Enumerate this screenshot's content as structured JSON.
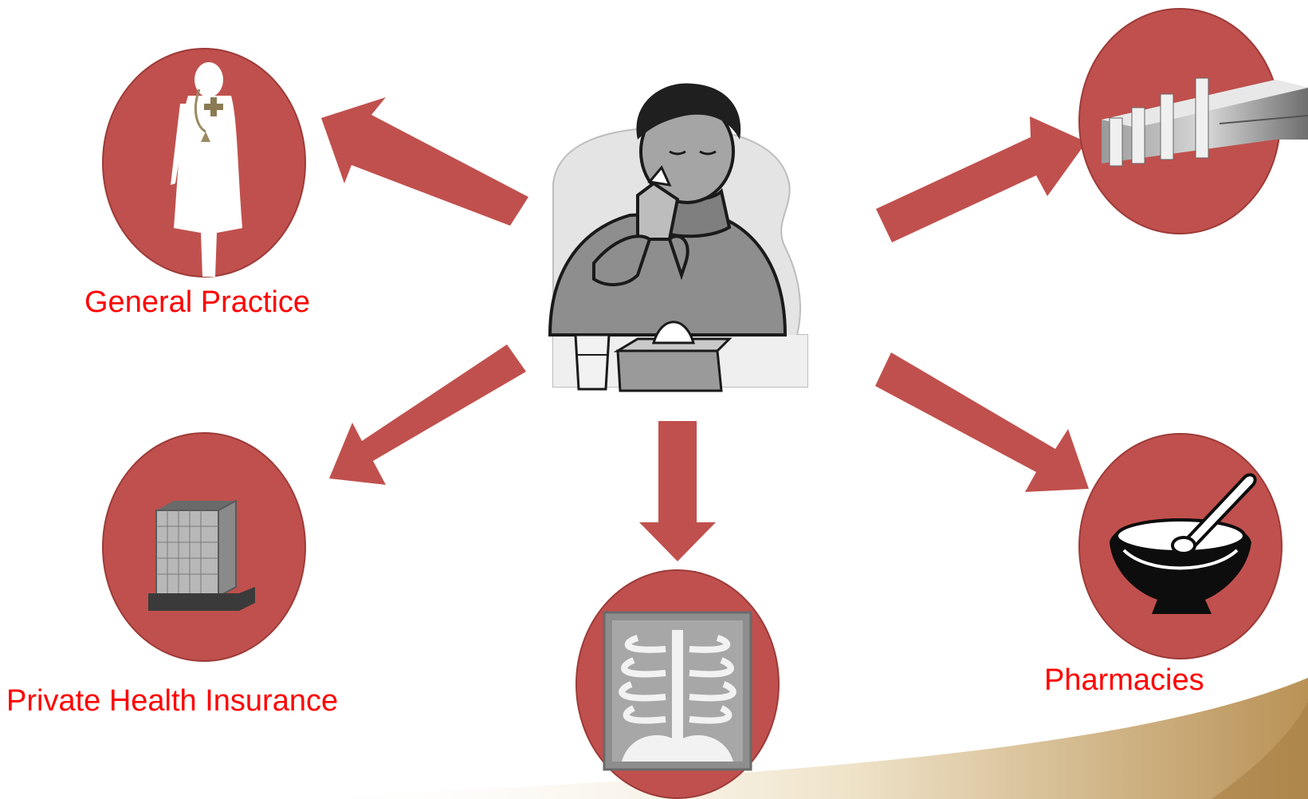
{
  "colors": {
    "accent": "#c0504d",
    "label_red": "#ff0000",
    "patient_gray": "#8c8c8c",
    "backdrop_gray": "#e6e6e6",
    "footer_swoosh": "#c5a36a"
  },
  "nodes": {
    "center": {
      "name": "patient",
      "icon": "sick-patient-icon"
    },
    "general_practice": {
      "label": "General Practice",
      "icon": "doctor-silhouette-icon"
    },
    "hospital": {
      "label": "",
      "icon": "hospital-building-icon"
    },
    "private_insurance": {
      "label": "Private Health Insurance",
      "icon": "office-building-icon"
    },
    "radiology": {
      "label": "",
      "icon": "xray-chest-icon"
    },
    "pharmacies": {
      "label": "Pharmacies",
      "icon": "mortar-pestle-icon"
    }
  }
}
